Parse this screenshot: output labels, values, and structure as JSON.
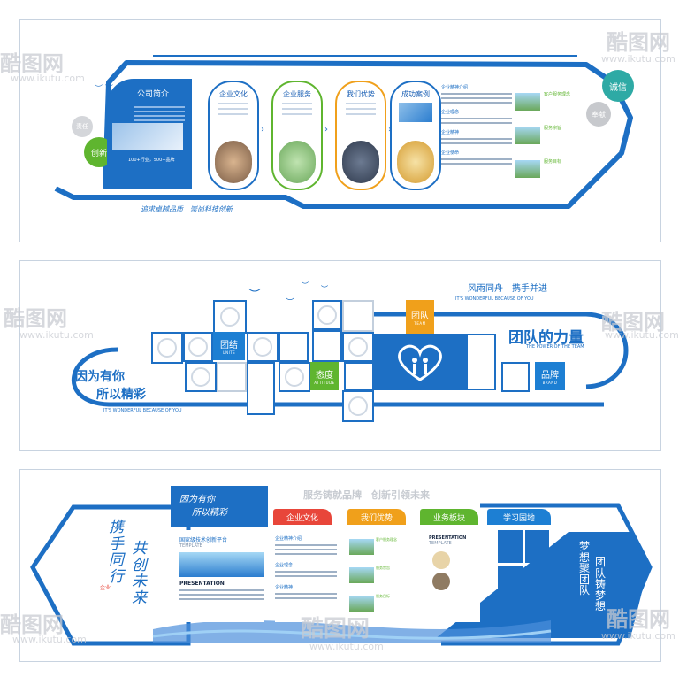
{
  "panel1": {
    "top_badges": [
      "诚信",
      "奉献"
    ],
    "left_badges": [
      "责任",
      "创新"
    ],
    "intro_title": "公司简介",
    "intro_stat": "100+行业，500+品牌",
    "cards": [
      "企业文化",
      "企业服务",
      "我们优势",
      "成功案例"
    ],
    "list_heads": [
      "企业精神介绍",
      "企业理念",
      "企业精神",
      "企业使命"
    ],
    "right_heads": [
      "客户服务理念",
      "服务宗旨",
      "服务目标"
    ],
    "slogan": "追求卓越品质　崇尚科技创新"
  },
  "panel2": {
    "left_title_1": "因为有你",
    "left_title_2": "所以精彩",
    "left_sub": "IT'S WONDERFUL BECAUSE OF YOU",
    "right_top": "风雨同舟　携手并进",
    "right_top_sub": "IT'S WONDERFUL BECAUSE OF YOU",
    "right_title": "团队的力量",
    "right_title_sub": "THE POWER OF THE TEAM",
    "blocks": [
      {
        "label": "团结",
        "sub": "UNITE",
        "color": "#1d7fd3"
      },
      {
        "label": "态度",
        "sub": "ATTITUDE",
        "color": "#5fb52f"
      },
      {
        "label": "团队",
        "sub": "TEAM",
        "color": "#f0a01b"
      },
      {
        "label": "品牌",
        "sub": "BRAND",
        "color": "#1d7fd3"
      }
    ]
  },
  "panel3": {
    "calligraphy_1": "携手同行",
    "calligraphy_2": "共创未来",
    "seal": "企业",
    "banner_1": "因为有你",
    "banner_2": "所以精彩",
    "top_slogan": "服务铸就品牌　创新引领未来",
    "tabs": [
      {
        "label": "企业文化",
        "color": "#e8463a"
      },
      {
        "label": "我们优势",
        "color": "#f0a01b"
      },
      {
        "label": "业务板块",
        "color": "#5fb52f"
      },
      {
        "label": "学习园地",
        "color": "#1d7fd3"
      }
    ],
    "sheet1_head": "国家级技术创新平台",
    "sheet1_template": "TEMPLATE",
    "sheet1_presentation": "PRESENTATION",
    "sheet2_heads": [
      "企业精神介绍",
      "企业理念",
      "企业精神"
    ],
    "sheet3_heads": [
      "客户服务理念",
      "服务宗旨",
      "服务目标"
    ],
    "sheet4_presentation": "PRESENTATION",
    "sheet4_template": "TEMPLATE",
    "vertical_1": "梦想聚团队",
    "vertical_2": "团队铸梦想"
  },
  "watermark": {
    "logo": "酷图网",
    "url": "www.ikutu.com"
  }
}
